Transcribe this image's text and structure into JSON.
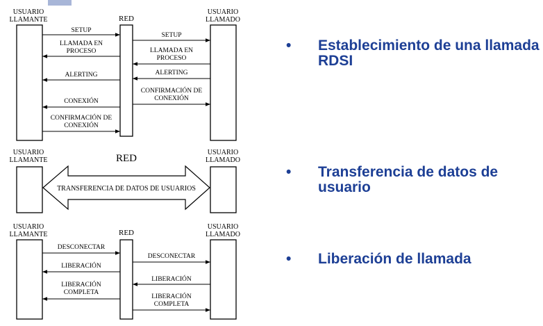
{
  "colors": {
    "accent": "#a8b6d8",
    "bullet_text": "#1d3f95",
    "diagram": "#000000"
  },
  "section1": {
    "left_header": [
      "USUARIO",
      "LLAMANTE"
    ],
    "center_header": "RED",
    "right_header": [
      "USUARIO",
      "LLAMADO"
    ],
    "msg_setup_left": "SETUP",
    "msg_setup_right": "SETUP",
    "msg_llamada_left": [
      "LLAMADA EN",
      "PROCESO"
    ],
    "msg_llamada_right": [
      "LLAMADA EN",
      "PROCESO"
    ],
    "msg_alerting_left": "ALERTING",
    "msg_alerting_right": "ALERTING",
    "msg_conexion_left": "CONEXIÓN",
    "msg_confirm_right": [
      "CONFIRMACIÓN DE",
      "CONEXIÓN"
    ],
    "msg_confirm_left": [
      "CONFIRMACIÓN DE",
      "CONEXIÓN"
    ]
  },
  "section2": {
    "left_header": [
      "USUARIO",
      "LLAMANTE"
    ],
    "center_header": "RED",
    "right_header": [
      "USUARIO",
      "LLAMADO"
    ],
    "transfer_label": "TRANSFERENCIA DE DATOS DE USUARIOS"
  },
  "section3": {
    "left_header": [
      "USUARIO",
      "LLAMANTE"
    ],
    "center_header": "RED",
    "right_header": [
      "USUARIO",
      "LLAMADO"
    ],
    "msg_desconectar_left": "DESCONECTAR",
    "msg_desconectar_right": "DESCONECTAR",
    "msg_liberacion_left": "LIBERACIÓN",
    "msg_liberacion_right": "LIBERACIÓN",
    "msg_libcompleta_left": [
      "LIBERACIÓN",
      "COMPLETA"
    ],
    "msg_libcompleta_right": [
      "LIBERACIÓN",
      "COMPLETA"
    ]
  },
  "bullets": [
    {
      "dot": "•",
      "text": "Establecimiento de una llamada RDSI"
    },
    {
      "dot": "•",
      "text": "Transferencia de datos de usuario"
    },
    {
      "dot": "•",
      "text": "Liberación de llamada"
    }
  ]
}
